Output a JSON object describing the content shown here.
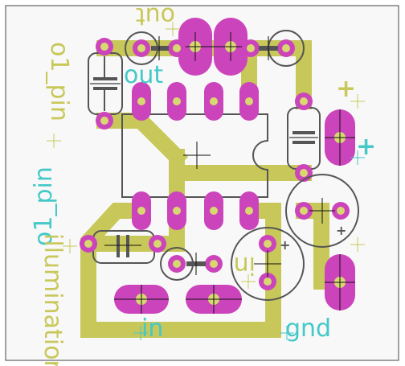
{
  "colors": {
    "trace": "#c8c85a",
    "pad": "#cc44bb",
    "silk": "#555555",
    "label_yellow": "#c8c85a",
    "label_cyan": "#44c8c8",
    "drill": "#d8d8d8",
    "board_bg": "#f8f8f8",
    "crosshair": "#111111"
  },
  "labels": {
    "out_yellow": "out",
    "out_cyan": "out",
    "o1_pin_yellow": "o1_pin",
    "o1_pin_cyan": "o1_pin",
    "illumination": "illumination",
    "in_yellow": "in",
    "in_cyan": "in",
    "gnd_cyan": "gnd",
    "plus_yellow": "+",
    "plus_cyan": "+",
    "plus_small": "+"
  }
}
